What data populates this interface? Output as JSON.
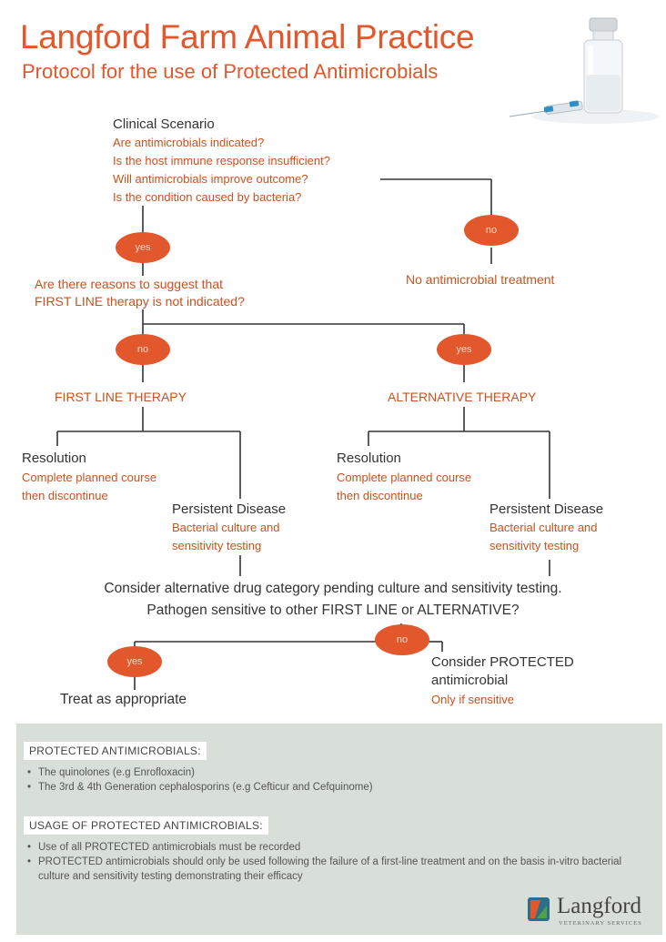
{
  "title": "Langford Farm Animal Practice",
  "subtitle": "Protocol for the use of Protected Antimicrobials",
  "scenario": {
    "heading": "Clinical Scenario",
    "questions": [
      "Are antimicrobials indicated?",
      "Is the host immune response insufficient?",
      "Will antimicrobials improve outcome?",
      "Is the condition caused by bacteria?"
    ]
  },
  "decisions": {
    "yes1": "yes",
    "no1": "no",
    "no_treatment": "No antimicrobial treatment",
    "first_line_question": [
      "Are there reasons to suggest that",
      "FIRST LINE therapy is not indicated?"
    ],
    "no2": "no",
    "yes2": "yes",
    "first_line_therapy": "FIRST LINE THERAPY",
    "alternative_therapy": "ALTERNATIVE THERAPY"
  },
  "left_branch": {
    "resolution_heading": "Resolution",
    "resolution_text": [
      "Complete planned course",
      "then discontinue"
    ],
    "persistent_heading": "Persistent Disease",
    "persistent_text": [
      "Bacterial culture and",
      "sensitivity testing"
    ]
  },
  "right_branch": {
    "resolution_heading": "Resolution",
    "resolution_text": [
      "Complete planned course",
      "then discontinue"
    ],
    "persistent_heading": "Persistent Disease",
    "persistent_text": [
      "Bacterial culture and",
      "sensitivity testing"
    ]
  },
  "consider": [
    "Consider alternative drug category pending culture and sensitivity testing.",
    "Pathogen sensitive to other FIRST LINE or ALTERNATIVE?"
  ],
  "final": {
    "no3": "no",
    "yes3": "yes",
    "treat": "Treat as appropriate",
    "protected_heading": [
      "Consider PROTECTED",
      "antimicrobial"
    ],
    "protected_note": "Only if sensitive"
  },
  "panel": {
    "protected_header": "PROTECTED ANTIMICROBIALS:",
    "protected_items": [
      "The quinolones (e.g Enrofloxacin)",
      "The 3rd & 4th Generation cephalosporins (e.g Cefticur and Cefquinome)"
    ],
    "usage_header": "USAGE OF PROTECTED ANTIMICROBIALS:",
    "usage_items": [
      "Use of all PROTECTED antimicrobials must be recorded",
      "PROTECTED antimicrobials should only be used following the failure of a first-line treatment and on the basis in-vitro bacterial culture and sensitivity testing demonstrating their efficacy"
    ]
  },
  "logo": {
    "name": "Langford",
    "tagline": "VETERINARY SERVICES"
  },
  "colors": {
    "accent": "#e2572b",
    "text_orange": "#c9521d",
    "panel_bg": "#d8dfd9"
  }
}
